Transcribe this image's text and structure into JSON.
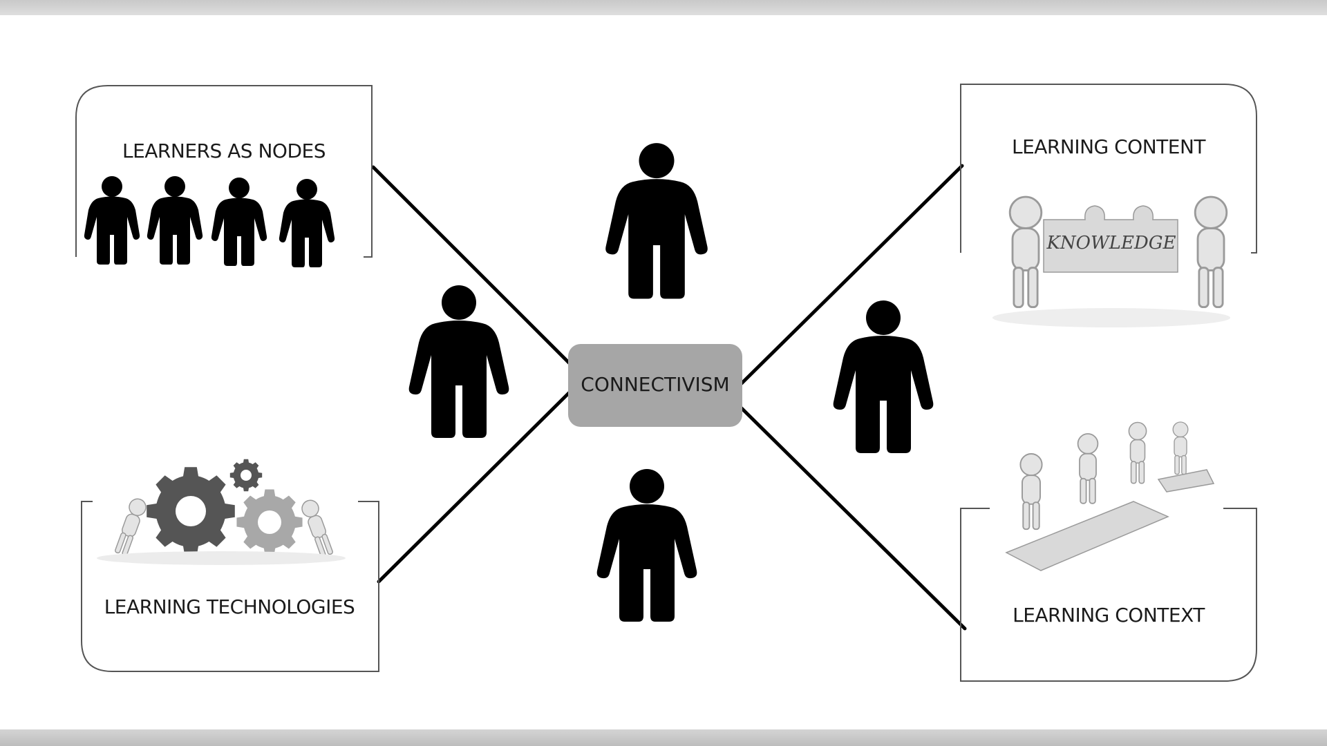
{
  "center": {
    "label": "CONNECTIVISM"
  },
  "boxes": {
    "learners_as_nodes": {
      "label": "LEARNERS AS NODES"
    },
    "learning_content": {
      "label": "LEARNING CONTENT",
      "image_text": "KNOWLEDGE"
    },
    "learning_technologies": {
      "label": "LEARNING TECHNOLOGIES"
    },
    "learning_context": {
      "label": "LEARNING CONTEXT"
    }
  },
  "icons": {
    "person": "person-silhouette-icon",
    "gears": "gears-icon",
    "puzzle_knowledge": "knowledge-puzzle-icon",
    "puzzle_path": "puzzle-path-people-icon"
  },
  "colors": {
    "background": "#ffffff",
    "center_box": "#a6a6a6",
    "lines": "#000000",
    "silhouettes": "#000000"
  }
}
